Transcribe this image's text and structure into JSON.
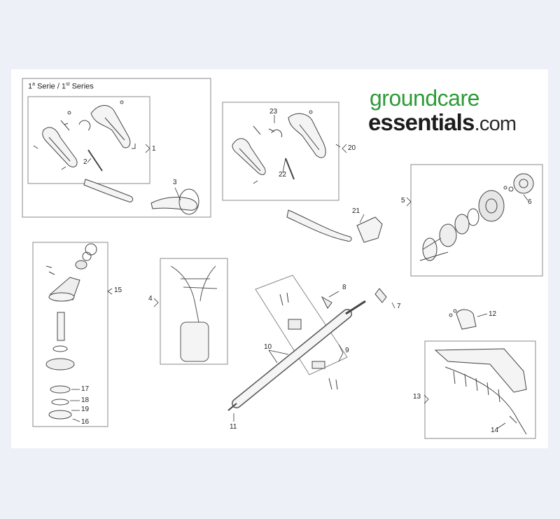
{
  "header": {
    "series_a": "1",
    "series_a_sup": "a",
    "series_sep": " Serie / 1",
    "series_b_sup": "st",
    "series_b": " Series"
  },
  "logo": {
    "line1": "groundcare",
    "line2": "essentials",
    "suffix": ".com",
    "color_green": "#2e9a38",
    "color_dark": "#1c1c1c"
  },
  "callouts": [
    {
      "id": "1",
      "text": "1"
    },
    {
      "id": "2",
      "text": "2"
    },
    {
      "id": "3",
      "text": "3"
    },
    {
      "id": "4",
      "text": "4"
    },
    {
      "id": "5",
      "text": "5"
    },
    {
      "id": "6",
      "text": "6"
    },
    {
      "id": "7",
      "text": "7"
    },
    {
      "id": "8",
      "text": "8"
    },
    {
      "id": "9",
      "text": "9"
    },
    {
      "id": "10",
      "text": "10"
    },
    {
      "id": "11",
      "text": "11"
    },
    {
      "id": "12",
      "text": "12"
    },
    {
      "id": "13",
      "text": "13"
    },
    {
      "id": "14",
      "text": "14"
    },
    {
      "id": "15",
      "text": "15"
    },
    {
      "id": "16",
      "text": "16"
    },
    {
      "id": "17",
      "text": "17"
    },
    {
      "id": "18",
      "text": "18"
    },
    {
      "id": "19",
      "text": "19"
    },
    {
      "id": "20",
      "text": "20"
    },
    {
      "id": "21",
      "text": "21"
    },
    {
      "id": "22",
      "text": "22"
    },
    {
      "id": "23",
      "text": "23"
    }
  ]
}
